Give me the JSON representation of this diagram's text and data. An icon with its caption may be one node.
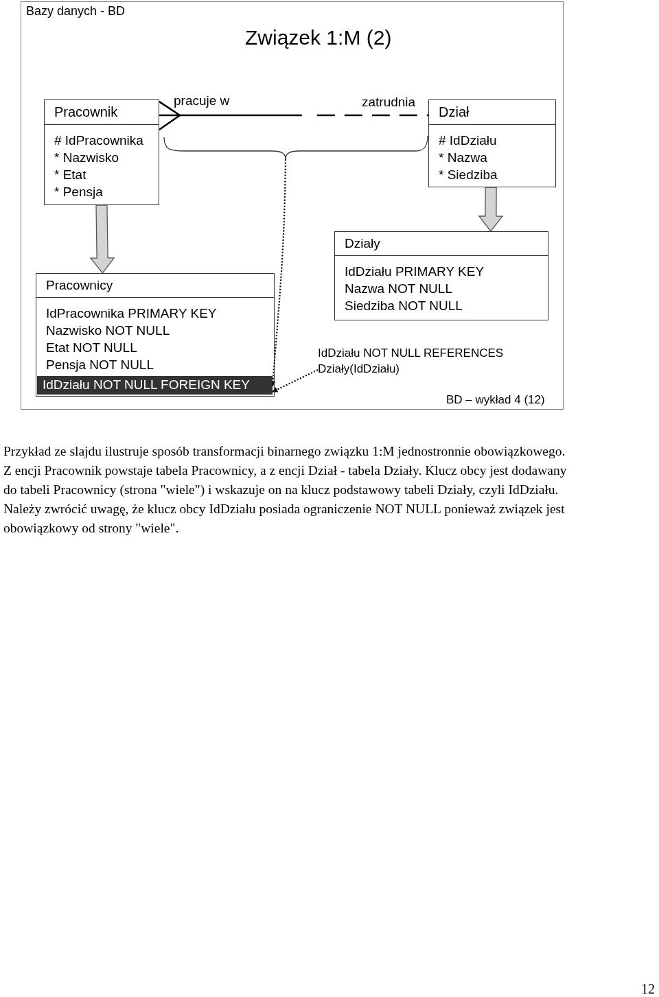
{
  "diagram": {
    "title": "Związek 1:M (2)",
    "caption": "Przykład ze slajdu ilustruje sposób transformacji binarnego związku 1:M jednostronnie obowiązkowego. Z encji Pracownik powstaje tabela Pracownicy, a z encji Dział - tabela Działy. Klucz obcy jest dodawany do tabeli Pracownicy (strona \"wiele\") i wskazuje on na klucz podstawowy tabeli Działy, czyli IdDziału. Należy zwrócić uwagę, że klucz obcy IdDziału posiada ograniczenie NOT NULL ponieważ związek jest obowiązkowy od strony \"wiele\".",
    "nodes": [
      {
        "text": [
          "Pracownik",
          "# IdPracownika",
          "* Nazwisko",
          "* Etat",
          "* Pensja"
        ]
      },
      {
        "text": [
          "Dział",
          "# IdDziału",
          "* Nazwa",
          "* Siedziba"
        ]
      },
      {
        "text": [
          "Pracownicy",
          "IdPracownika PRIMARY KEY",
          "Nazwisko NOT NULL",
          "Etat NOT NULL",
          "Pensja NOT NULL"
        ]
      },
      {
        "text": [
          "IdDziału NOT NULL FOREIGN KEY"
        ],
        "in": 2
      },
      {
        "text": [
          "Działy",
          "IdDziału PRIMARY KEY",
          "Nazwa NOT NULL",
          "Siedziba NOT NULL"
        ]
      },
      {
        "text": [],
        "shape": "bracket"
      },
      {
        "text": [
          "IdDziału NOT NULL REFERENCES Działy(IdDziału)"
        ]
      }
    ],
    "edges": [
      {
        "from": 0,
        "to": 1,
        "arrow": "other"
      },
      {
        "from": 0,
        "to": 2,
        "arrow": "to",
        "style": "thick"
      },
      {
        "from": 1,
        "to": 4,
        "arrow": "to",
        "style": "thick"
      },
      {
        "from": 5,
        "to": 3,
        "arrow": "to",
        "style": "dashed"
      },
      {
        "from": 6,
        "to": 3,
        "arrow": "to",
        "style": "dashed"
      }
    ],
    "labels": [
      "Bazy danych - BD",
      "pracuje w",
      "zatrudnia",
      "BD – wykład 4 (12)",
      "12"
    ]
  }
}
